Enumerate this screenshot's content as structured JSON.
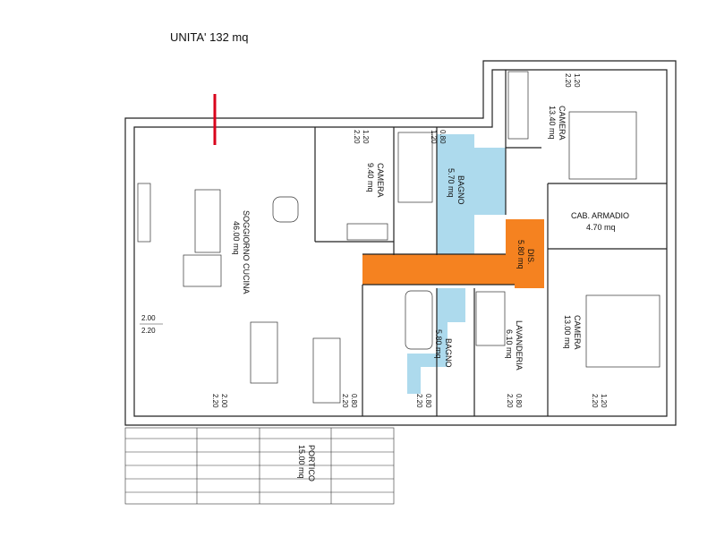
{
  "title": "UNITA' 132 mq",
  "accent": {
    "wet": "#9fd3ea",
    "corridor": "#f58220",
    "marker": "#d9001b"
  },
  "rooms": {
    "soggiorno": {
      "name": "SOGGIORNO CUCINA",
      "area": "46.00 mq"
    },
    "camera_small": {
      "name": "CAMERA",
      "area": "9.40 mq"
    },
    "bagno_top": {
      "name": "BAGNO",
      "area": "5.70 mq"
    },
    "camera_tr": {
      "name": "CAMERA",
      "area": "13.40 mq"
    },
    "cab_armadio": {
      "name": "CAB. ARMADIO",
      "area": "4.70 mq"
    },
    "dis": {
      "name": "DIS.",
      "area": "5.80 mq"
    },
    "camera_br": {
      "name": "CAMERA",
      "area": "13.00 mq"
    },
    "lavanderia": {
      "name": "LAVANDERIA",
      "area": "6.10 mq"
    },
    "bagno_bottom": {
      "name": "BAGNO",
      "area": "5.80 mq"
    },
    "portico": {
      "name": "PORTICO",
      "area": "15.00 mq"
    }
  },
  "dims": {
    "w_left_a": "2.00",
    "w_left_b": "2.20",
    "w_bot1_a": "2.00",
    "w_bot1_b": "2.20",
    "w_bot2_a": "0.80",
    "w_bot2_b": "2.20",
    "w_bot3_a": "0.80",
    "w_bot3_b": "2.20",
    "w_bot4_a": "0.80",
    "w_bot4_b": "2.20",
    "w_bot5_a": "1.20",
    "w_bot5_b": "2.20",
    "w_top1_a": "1.20",
    "w_top1_b": "2.20",
    "w_top2_a": "0.80",
    "w_top2_b": "1.20",
    "w_top3_a": "1.20",
    "w_top3_b": "2.20"
  }
}
